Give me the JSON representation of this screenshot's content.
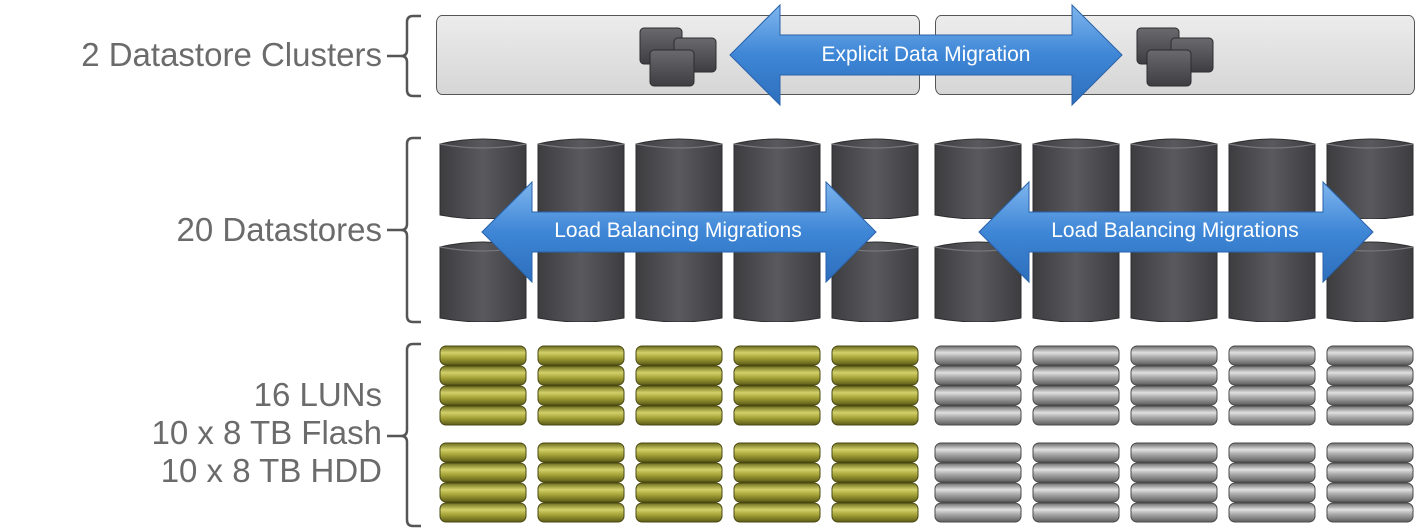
{
  "labels": {
    "clusters": "2 Datastore Clusters",
    "datastores": "20 Datastores",
    "luns_line1": "16 LUNs",
    "luns_line2": "10 x 8 TB Flash",
    "luns_line3": "10 x 8 TB HDD"
  },
  "arrows": {
    "explicit": "Explicit Data Migration",
    "load_left": "Load Balancing Migrations",
    "load_right": "Load Balancing Migrations"
  },
  "colors": {
    "label_text": "#6b6b6b",
    "arrow_blue": "#4a8fd8",
    "datastore_gray": "#555559",
    "flash_olive": "#a6a43a",
    "hdd_silver": "#a8a8a8"
  }
}
